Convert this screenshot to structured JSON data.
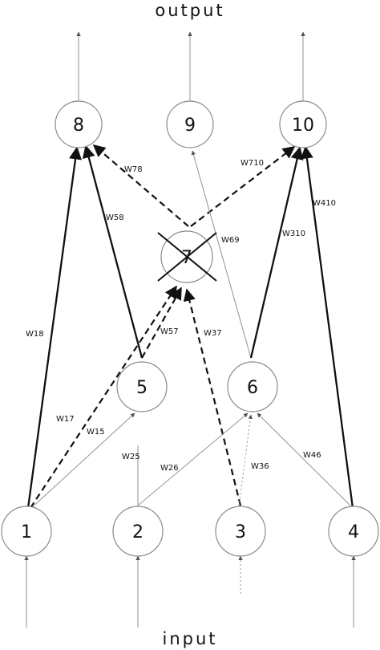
{
  "labels": {
    "output": "output",
    "input": "input"
  },
  "nodes": [
    {
      "id": "1",
      "label": "1"
    },
    {
      "id": "2",
      "label": "2"
    },
    {
      "id": "3",
      "label": "3"
    },
    {
      "id": "4",
      "label": "4"
    },
    {
      "id": "5",
      "label": "5"
    },
    {
      "id": "6",
      "label": "6"
    },
    {
      "id": "7",
      "label": "7"
    },
    {
      "id": "8",
      "label": "8"
    },
    {
      "id": "9",
      "label": "9"
    },
    {
      "id": "10",
      "label": "10"
    }
  ],
  "edges": [
    {
      "from": "1",
      "to": "8",
      "style": "solid",
      "weight": "W18"
    },
    {
      "from": "5",
      "to": "8",
      "style": "solid",
      "weight": "W58"
    },
    {
      "from": "7",
      "to": "8",
      "style": "dashed",
      "weight": "W78"
    },
    {
      "from": "7",
      "to": "10",
      "style": "dashed",
      "weight": "W710"
    },
    {
      "from": "6",
      "to": "9",
      "style": "thin",
      "weight": "W69"
    },
    {
      "from": "6",
      "to": "10",
      "style": "solid",
      "weight": "W310"
    },
    {
      "from": "4",
      "to": "10",
      "style": "solid",
      "weight": "W410"
    },
    {
      "from": "1",
      "to": "7",
      "style": "dashed",
      "weight": "W17"
    },
    {
      "from": "5",
      "to": "7",
      "style": "dashed",
      "weight": "W57"
    },
    {
      "from": "3",
      "to": "7",
      "style": "dashed",
      "weight": "W37"
    },
    {
      "from": "1",
      "to": "5",
      "style": "thin",
      "weight": "W15"
    },
    {
      "from": "2",
      "to": "5",
      "style": "thin",
      "weight": "W25"
    },
    {
      "from": "2",
      "to": "6",
      "style": "thin",
      "weight": "W26"
    },
    {
      "from": "3",
      "to": "6",
      "style": "dotted",
      "weight": "W36"
    },
    {
      "from": "4",
      "to": "6",
      "style": "thin",
      "weight": "W46"
    }
  ]
}
